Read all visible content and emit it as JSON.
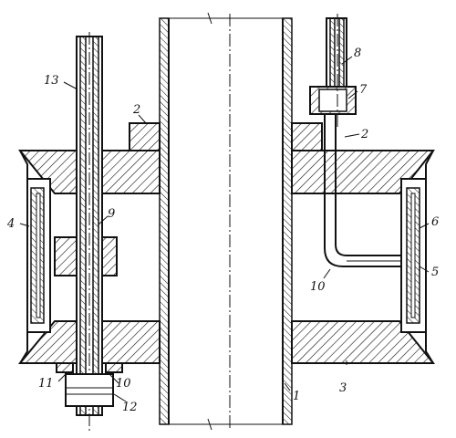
{
  "labels": {
    "l1": "1",
    "l2a": "2",
    "l2b": "2",
    "l3": "3",
    "l4": "4",
    "l5": "5",
    "l6": "6",
    "l7": "7",
    "l8": "8",
    "l9": "9",
    "l10a": "10",
    "l10b": "10",
    "l11": "11",
    "l12": "12",
    "l13": "13"
  }
}
